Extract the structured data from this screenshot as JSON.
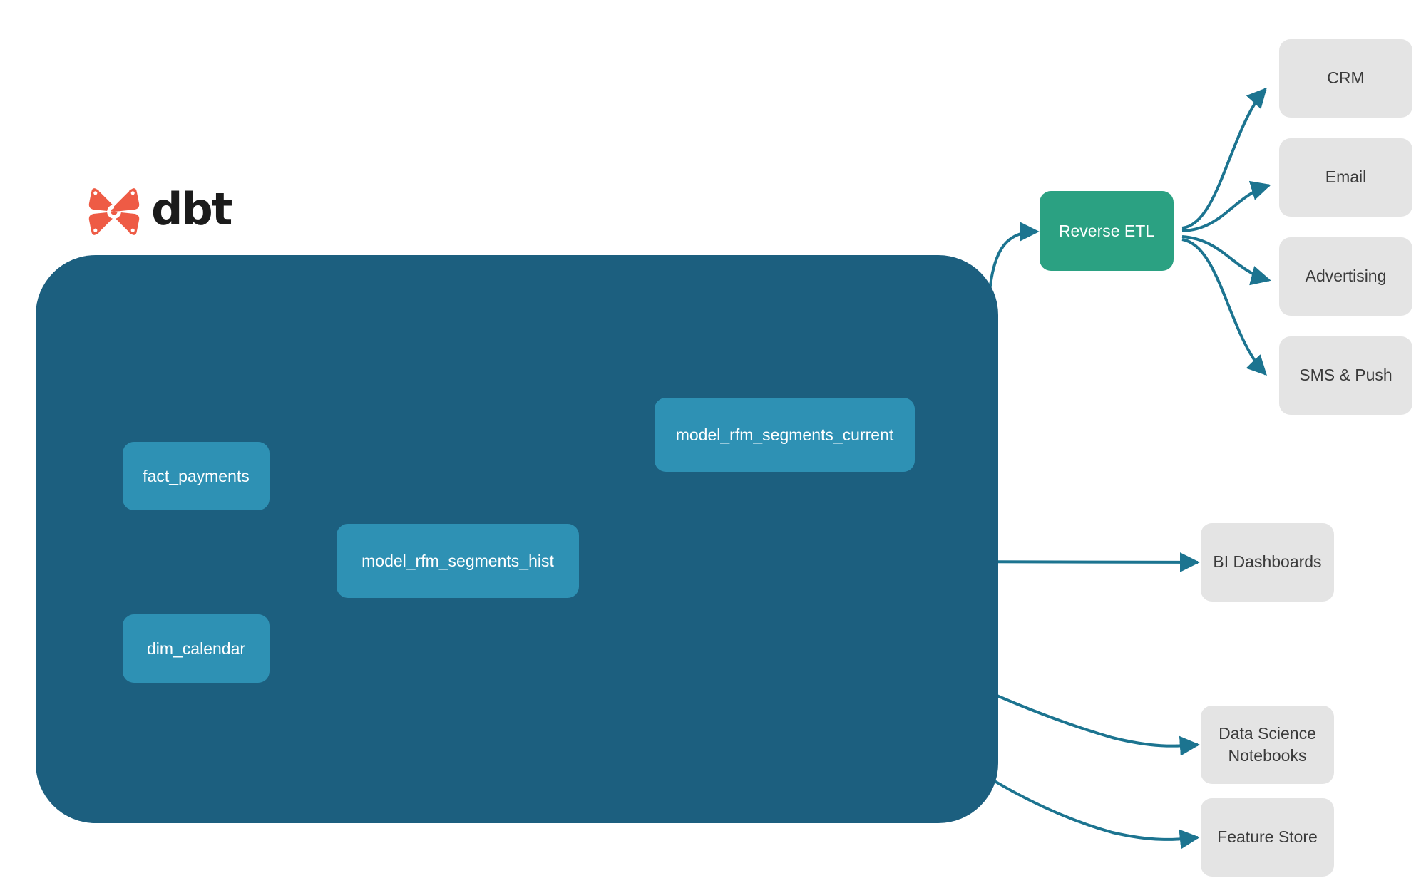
{
  "logo": {
    "mark_name": "dbt-logo-mark",
    "wordmark": "dbt",
    "mark_color": "#EE5B45",
    "wordmark_color": "#1b1b1b"
  },
  "colors": {
    "container_fill": "#1C5F7F",
    "model_node_fill": "#2E91B4",
    "reverse_etl_fill": "#2BA182",
    "consumer_fill": "#E4E4E4",
    "edge_external": "#1C7490",
    "edge_internal": "#2E8AA8",
    "background": "#ffffff"
  },
  "container": {
    "name": "dbt-project-container"
  },
  "dbt_nodes": [
    {
      "id": "fact_payments",
      "label": "fact_payments"
    },
    {
      "id": "dim_calendar",
      "label": "dim_calendar"
    },
    {
      "id": "model_rfm_segments_hist",
      "label": "model_rfm_segments_hist"
    },
    {
      "id": "model_rfm_segments_current",
      "label": "model_rfm_segments_current"
    }
  ],
  "activation": {
    "id": "reverse_etl",
    "label": "Reverse ETL"
  },
  "destinations": [
    {
      "id": "crm",
      "label": "CRM"
    },
    {
      "id": "email",
      "label": "Email"
    },
    {
      "id": "advertising",
      "label": "Advertising"
    },
    {
      "id": "sms_push",
      "label": "SMS & Push"
    }
  ],
  "consumers": [
    {
      "id": "bi_dashboards",
      "label": "BI Dashboards",
      "label_line2": ""
    },
    {
      "id": "data_science_notebooks",
      "label": "Data Science",
      "label_line2": "Notebooks"
    },
    {
      "id": "feature_store",
      "label": "Feature Store",
      "label_line2": ""
    }
  ],
  "edges": [
    {
      "from": "fact_payments",
      "to": "model_rfm_segments_hist",
      "style": "internal"
    },
    {
      "from": "dim_calendar",
      "to": "model_rfm_segments_hist",
      "style": "internal"
    },
    {
      "from": "model_rfm_segments_hist",
      "to": "model_rfm_segments_current",
      "style": "internal"
    },
    {
      "from": "model_rfm_segments_current",
      "to": "reverse_etl",
      "style": "external"
    },
    {
      "from": "model_rfm_segments_hist",
      "to": "bi_dashboards",
      "style": "external"
    },
    {
      "from": "model_rfm_segments_hist",
      "to": "data_science_notebooks",
      "style": "external"
    },
    {
      "from": "model_rfm_segments_hist",
      "to": "feature_store",
      "style": "external"
    },
    {
      "from": "reverse_etl",
      "to": "crm",
      "style": "external"
    },
    {
      "from": "reverse_etl",
      "to": "email",
      "style": "external"
    },
    {
      "from": "reverse_etl",
      "to": "advertising",
      "style": "external"
    },
    {
      "from": "reverse_etl",
      "to": "sms_push",
      "style": "external"
    }
  ]
}
